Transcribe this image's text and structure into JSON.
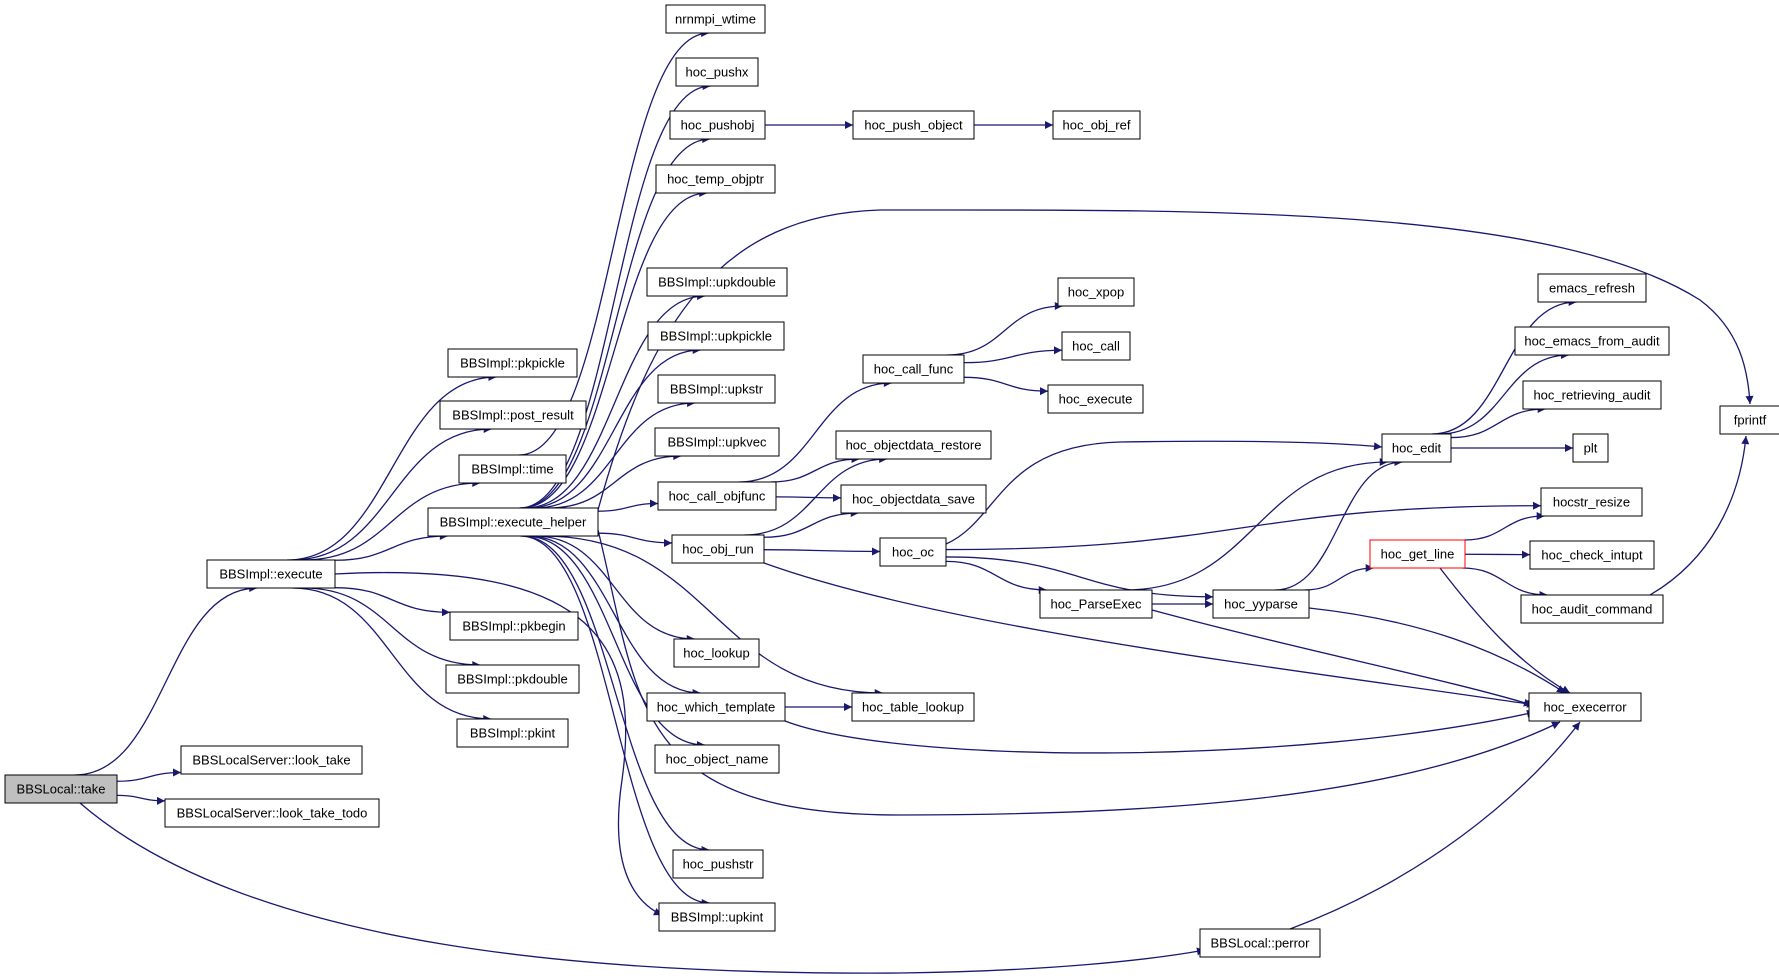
{
  "colors": {
    "edge": "#191970",
    "node_border": "#000000",
    "node_fill": "#ffffff",
    "root_fill": "#bfbfbf",
    "highlight_border": "#ff0000",
    "text": "#000000"
  },
  "nodes": [
    {
      "id": "take",
      "label": "BBSLocal::take",
      "style": "root"
    },
    {
      "id": "execute",
      "label": "BBSImpl::execute"
    },
    {
      "id": "look_take",
      "label": "BBSLocalServer::look_take"
    },
    {
      "id": "look_take_todo",
      "label": "BBSLocalServer::look_take_todo"
    },
    {
      "id": "perror",
      "label": "BBSLocal::perror"
    },
    {
      "id": "pkpickle",
      "label": "BBSImpl::pkpickle"
    },
    {
      "id": "post_result",
      "label": "BBSImpl::post_result"
    },
    {
      "id": "time",
      "label": "BBSImpl::time"
    },
    {
      "id": "execute_helper",
      "label": "BBSImpl::execute_helper"
    },
    {
      "id": "pkbegin",
      "label": "BBSImpl::pkbegin"
    },
    {
      "id": "pkdouble",
      "label": "BBSImpl::pkdouble"
    },
    {
      "id": "pkint",
      "label": "BBSImpl::pkint"
    },
    {
      "id": "nrnmpi_wtime",
      "label": "nrnmpi_wtime"
    },
    {
      "id": "hoc_pushx",
      "label": "hoc_pushx"
    },
    {
      "id": "hoc_pushobj",
      "label": "hoc_pushobj"
    },
    {
      "id": "hoc_temp_objptr",
      "label": "hoc_temp_objptr"
    },
    {
      "id": "upkdouble",
      "label": "BBSImpl::upkdouble"
    },
    {
      "id": "upkpickle",
      "label": "BBSImpl::upkpickle"
    },
    {
      "id": "upkstr",
      "label": "BBSImpl::upkstr"
    },
    {
      "id": "upkvec",
      "label": "BBSImpl::upkvec"
    },
    {
      "id": "hoc_call_objfunc",
      "label": "hoc_call_objfunc"
    },
    {
      "id": "hoc_obj_run",
      "label": "hoc_obj_run"
    },
    {
      "id": "hoc_lookup",
      "label": "hoc_lookup"
    },
    {
      "id": "hoc_which_template",
      "label": "hoc_which_template"
    },
    {
      "id": "hoc_object_name",
      "label": "hoc_object_name"
    },
    {
      "id": "hoc_pushstr",
      "label": "hoc_pushstr"
    },
    {
      "id": "upkint",
      "label": "BBSImpl::upkint"
    },
    {
      "id": "hoc_push_object",
      "label": "hoc_push_object"
    },
    {
      "id": "hoc_obj_ref",
      "label": "hoc_obj_ref"
    },
    {
      "id": "hoc_call_func",
      "label": "hoc_call_func"
    },
    {
      "id": "hoc_objectdata_restore",
      "label": "hoc_objectdata_restore"
    },
    {
      "id": "hoc_objectdata_save",
      "label": "hoc_objectdata_save"
    },
    {
      "id": "hoc_oc",
      "label": "hoc_oc"
    },
    {
      "id": "hoc_table_lookup",
      "label": "hoc_table_lookup"
    },
    {
      "id": "hoc_xpop",
      "label": "hoc_xpop"
    },
    {
      "id": "hoc_call",
      "label": "hoc_call"
    },
    {
      "id": "hoc_execute",
      "label": "hoc_execute"
    },
    {
      "id": "hoc_ParseExec",
      "label": "hoc_ParseExec"
    },
    {
      "id": "hoc_yyparse",
      "label": "hoc_yyparse"
    },
    {
      "id": "hoc_edit",
      "label": "hoc_edit"
    },
    {
      "id": "hoc_get_line",
      "label": "hoc_get_line",
      "style": "highlight"
    },
    {
      "id": "hoc_execerror",
      "label": "hoc_execerror"
    },
    {
      "id": "emacs_refresh",
      "label": "emacs_refresh"
    },
    {
      "id": "hoc_emacs_from_audit",
      "label": "hoc_emacs_from_audit"
    },
    {
      "id": "hoc_retrieving_audit",
      "label": "hoc_retrieving_audit"
    },
    {
      "id": "plt",
      "label": "plt"
    },
    {
      "id": "hocstr_resize",
      "label": "hocstr_resize"
    },
    {
      "id": "hoc_check_intupt",
      "label": "hoc_check_intupt"
    },
    {
      "id": "hoc_audit_command",
      "label": "hoc_audit_command"
    },
    {
      "id": "fprintf",
      "label": "fprintf"
    }
  ],
  "edges": [
    [
      "take",
      "execute"
    ],
    [
      "take",
      "look_take"
    ],
    [
      "take",
      "look_take_todo"
    ],
    [
      "take",
      "perror"
    ],
    [
      "execute",
      "pkpickle"
    ],
    [
      "execute",
      "post_result"
    ],
    [
      "execute",
      "time"
    ],
    [
      "execute",
      "execute_helper"
    ],
    [
      "execute",
      "pkbegin"
    ],
    [
      "execute",
      "pkdouble"
    ],
    [
      "execute",
      "pkint"
    ],
    [
      "execute",
      "upkint"
    ],
    [
      "time",
      "nrnmpi_wtime"
    ],
    [
      "execute_helper",
      "hoc_pushx"
    ],
    [
      "execute_helper",
      "hoc_pushobj"
    ],
    [
      "execute_helper",
      "hoc_temp_objptr"
    ],
    [
      "execute_helper",
      "fprintf"
    ],
    [
      "execute_helper",
      "upkdouble"
    ],
    [
      "execute_helper",
      "upkpickle"
    ],
    [
      "execute_helper",
      "upkstr"
    ],
    [
      "execute_helper",
      "upkvec"
    ],
    [
      "execute_helper",
      "hoc_call_objfunc"
    ],
    [
      "execute_helper",
      "hoc_obj_run"
    ],
    [
      "execute_helper",
      "hoc_lookup"
    ],
    [
      "execute_helper",
      "hoc_which_template"
    ],
    [
      "execute_helper",
      "hoc_table_lookup"
    ],
    [
      "execute_helper",
      "hoc_object_name"
    ],
    [
      "execute_helper",
      "hoc_pushstr"
    ],
    [
      "execute_helper",
      "upkint"
    ],
    [
      "execute_helper",
      "hoc_execerror"
    ],
    [
      "hoc_pushobj",
      "hoc_push_object"
    ],
    [
      "hoc_push_object",
      "hoc_obj_ref"
    ],
    [
      "hoc_call_objfunc",
      "hoc_call_func"
    ],
    [
      "hoc_call_objfunc",
      "hoc_objectdata_restore"
    ],
    [
      "hoc_call_objfunc",
      "hoc_objectdata_save"
    ],
    [
      "hoc_obj_run",
      "hoc_objectdata_restore"
    ],
    [
      "hoc_obj_run",
      "hoc_objectdata_save"
    ],
    [
      "hoc_obj_run",
      "hoc_oc"
    ],
    [
      "hoc_obj_run",
      "hoc_execerror"
    ],
    [
      "hoc_call_func",
      "hoc_xpop"
    ],
    [
      "hoc_call_func",
      "hoc_call"
    ],
    [
      "hoc_call_func",
      "hoc_execute"
    ],
    [
      "hoc_which_template",
      "hoc_table_lookup"
    ],
    [
      "hoc_which_template",
      "hoc_execerror"
    ],
    [
      "hoc_oc",
      "hoc_edit"
    ],
    [
      "hoc_oc",
      "hocstr_resize"
    ],
    [
      "hoc_oc",
      "hoc_ParseExec"
    ],
    [
      "hoc_oc",
      "hoc_yyparse"
    ],
    [
      "hoc_ParseExec",
      "hoc_yyparse"
    ],
    [
      "hoc_ParseExec",
      "hoc_edit"
    ],
    [
      "hoc_ParseExec",
      "hoc_execerror"
    ],
    [
      "hoc_yyparse",
      "hoc_get_line"
    ],
    [
      "hoc_yyparse",
      "hoc_edit"
    ],
    [
      "hoc_yyparse",
      "hoc_execerror"
    ],
    [
      "hoc_edit",
      "emacs_refresh"
    ],
    [
      "hoc_edit",
      "hoc_emacs_from_audit"
    ],
    [
      "hoc_edit",
      "hoc_retrieving_audit"
    ],
    [
      "hoc_edit",
      "plt"
    ],
    [
      "hoc_get_line",
      "hocstr_resize"
    ],
    [
      "hoc_get_line",
      "hoc_check_intupt"
    ],
    [
      "hoc_get_line",
      "hoc_audit_command"
    ],
    [
      "hoc_get_line",
      "hoc_execerror"
    ],
    [
      "hoc_audit_command",
      "fprintf"
    ],
    [
      "perror",
      "hoc_execerror"
    ]
  ]
}
